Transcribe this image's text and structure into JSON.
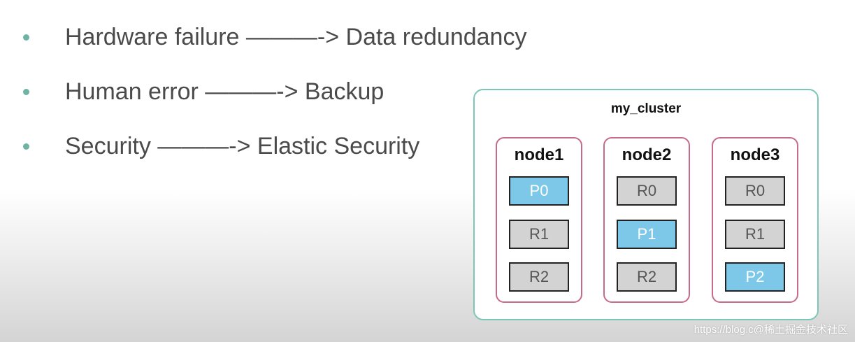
{
  "bullets": [
    {
      "text": "Hardware failure ———-> Data redundancy"
    },
    {
      "text": "Human error ———-> Backup"
    },
    {
      "text": "Security ———-> Elastic Security"
    }
  ],
  "cluster": {
    "title": "my_cluster",
    "nodes": [
      {
        "name": "node1",
        "shards": [
          {
            "label": "P0",
            "primary": true
          },
          {
            "label": "R1",
            "primary": false
          },
          {
            "label": "R2",
            "primary": false
          }
        ]
      },
      {
        "name": "node2",
        "shards": [
          {
            "label": "R0",
            "primary": false
          },
          {
            "label": "P1",
            "primary": true
          },
          {
            "label": "R2",
            "primary": false
          }
        ]
      },
      {
        "name": "node3",
        "shards": [
          {
            "label": "R0",
            "primary": false
          },
          {
            "label": "R1",
            "primary": false
          },
          {
            "label": "P2",
            "primary": true
          }
        ]
      }
    ]
  },
  "watermark": "https://blog.c@稀土掘金技术社区",
  "colors": {
    "bullet": "#6fb3a5",
    "cluster_border": "#7cc6b6",
    "node_border": "#c66a8c",
    "primary_shard": "#7dc8e8",
    "replica_shard": "#d3d3d3"
  }
}
